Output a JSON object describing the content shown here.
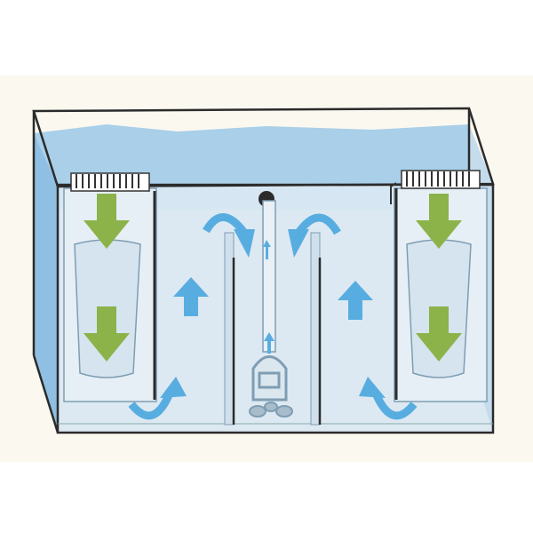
{
  "colors": {
    "backdrop": "#fbf8f0",
    "water_dark": "#a9cfe9",
    "water_light": "#dde9f2",
    "frame": "#2b2b2b",
    "green_arrow": "#8cb24a",
    "blue_arrow": "#58ade0",
    "equipment": "#7f9db3"
  },
  "icons": [
    "tank-frame",
    "filter-sock-left",
    "filter-sock-right",
    "baffle-left",
    "baffle-right",
    "return-pump",
    "return-pipe",
    "flow-arrows"
  ]
}
